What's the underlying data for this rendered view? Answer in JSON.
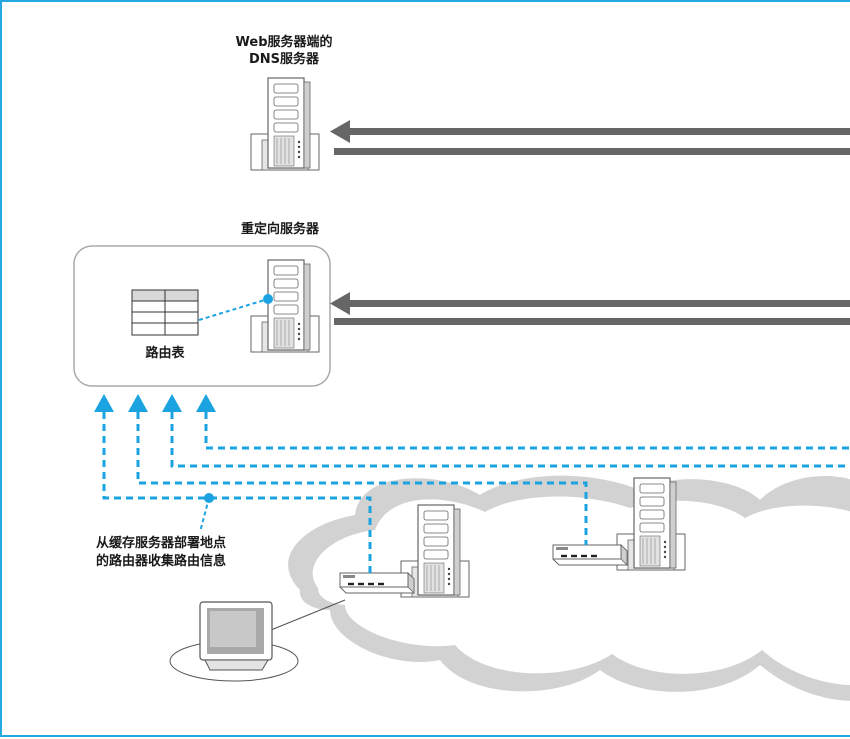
{
  "labels": {
    "dns_server_line1": "Web服务器端的",
    "dns_server_line2": "DNS服务器",
    "redirect_server": "重定向服务器",
    "routing_table": "路由表",
    "collect_line1": "从缓存服务器部署地点",
    "collect_line2": "的路由器收集路由信息"
  },
  "colors": {
    "frame": "#26a9e0",
    "dashed_route": "#1aa3e0",
    "arrow_gray": "#666666",
    "cloud_fill": "#d2d2d2",
    "box_border": "#aaaaaa"
  },
  "icons": [
    "server-icon",
    "router-icon",
    "monitor-icon",
    "routing-table-icon"
  ]
}
